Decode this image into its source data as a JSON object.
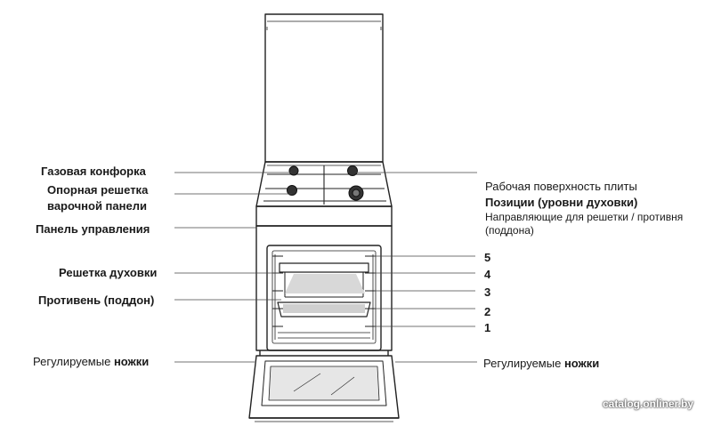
{
  "labels_left": {
    "gas_burner": "Газовая конфорка",
    "support_grid_1": "Опорная решетка",
    "support_grid_2": "варочной панели",
    "control_panel": "Панель управления",
    "oven_rack": "Решетка духовки",
    "baking_tray": "Противень (поддон)",
    "adjustable_feet_prefix": "Регулируемые ",
    "adjustable_feet_bold": "ножки"
  },
  "labels_right": {
    "hob_surface": "Рабочая поверхность плиты",
    "positions_title": "Позиции (уровни духовки)",
    "guides_1": "Направляющие  для решетки / противня",
    "guides_2": "(поддона)",
    "adjustable_feet_prefix": "Регулируемые ",
    "adjustable_feet_bold": "ножки"
  },
  "levels": [
    "5",
    "4",
    "3",
    "2",
    "1"
  ],
  "watermark": "catalog.onliner.by"
}
